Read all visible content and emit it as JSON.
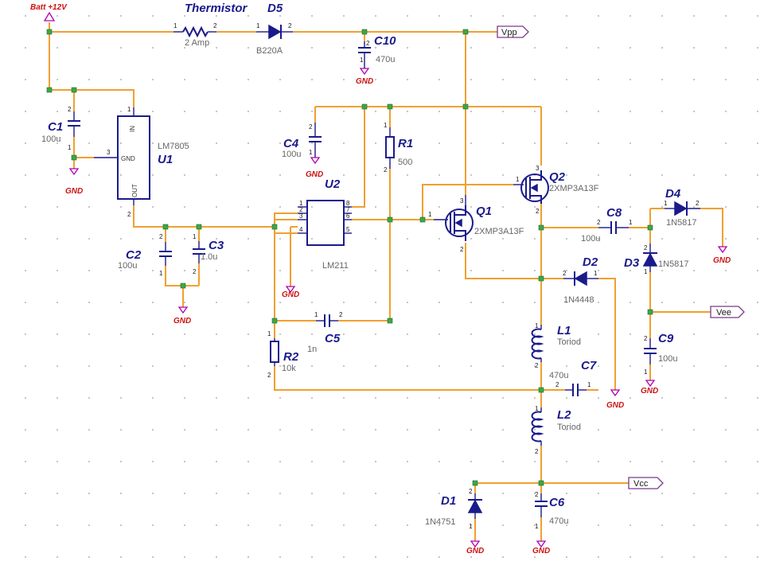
{
  "nets": {
    "batt": "Batt +12V",
    "gnd": "GND"
  },
  "ports": {
    "vpp": "Vpp",
    "vee": "Vee",
    "vcc": "Vcc"
  },
  "components": {
    "thermistor": {
      "ref": "Thermistor",
      "value": "2 Amp"
    },
    "d5": {
      "ref": "D5",
      "value": "B220A"
    },
    "c10": {
      "ref": "C10",
      "value": "470u"
    },
    "c1": {
      "ref": "C1",
      "value": "100u"
    },
    "u1": {
      "ref": "U1",
      "value": "LM7805",
      "pin_in": "IN",
      "pin_gnd": "GND",
      "pin_out": "OUT"
    },
    "c2": {
      "ref": "C2",
      "value": "100u"
    },
    "c3": {
      "ref": "C3",
      "value": "1.0u"
    },
    "c4": {
      "ref": "C4",
      "value": "100u"
    },
    "r1": {
      "ref": "R1",
      "value": "500"
    },
    "u2": {
      "ref": "U2",
      "value": "LM211"
    },
    "q1": {
      "ref": "Q1",
      "value": "2XMP3A13F"
    },
    "q2": {
      "ref": "Q2",
      "value": "2XMP3A13F"
    },
    "c8": {
      "ref": "C8",
      "value": "100u"
    },
    "d4": {
      "ref": "D4",
      "value": "1N5817"
    },
    "d3": {
      "ref": "D3",
      "value": "1N5817"
    },
    "d2": {
      "ref": "D2",
      "value": "1N4448"
    },
    "c9": {
      "ref": "C9",
      "value": "100u"
    },
    "c5": {
      "ref": "C5",
      "value": "1n"
    },
    "r2": {
      "ref": "R2",
      "value": "10k"
    },
    "l1": {
      "ref": "L1",
      "value": "Toriod"
    },
    "c7": {
      "ref": "C7",
      "value": "470u"
    },
    "l2": {
      "ref": "L2",
      "value": "Toriod"
    },
    "d1": {
      "ref": "D1",
      "value": "1N4751"
    },
    "c6": {
      "ref": "C6",
      "value": "470u"
    }
  },
  "pin_numbers": {
    "one": "1",
    "two": "2",
    "three": "3",
    "four": "4",
    "five": "5",
    "six": "6",
    "seven": "7",
    "eight": "8"
  },
  "colors": {
    "wire": "#f0a030",
    "component": "#1a1a8c",
    "junction": "#3aa84a",
    "ground": "#b000b0",
    "label": "#cc1111"
  }
}
